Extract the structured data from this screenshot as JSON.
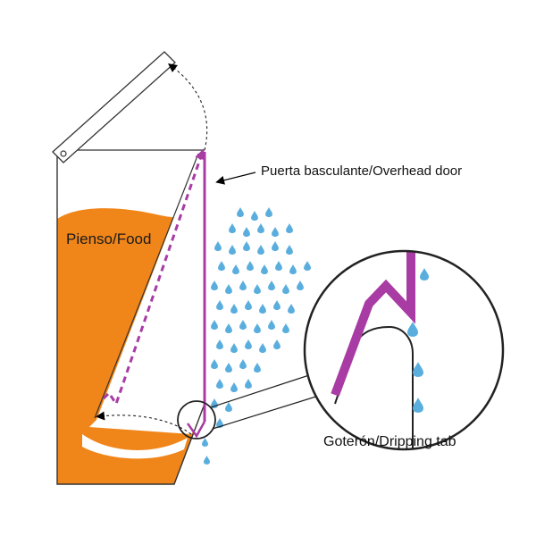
{
  "labels": {
    "food": "Pienso/Food",
    "door": "Puerta basculante/Overhead door",
    "tab": "Goterón/Dripping tab"
  },
  "colors": {
    "food": "#f0861a",
    "door": "#a83ca4",
    "water": "#5aaede",
    "outline": "#333333",
    "background": "#ffffff"
  }
}
